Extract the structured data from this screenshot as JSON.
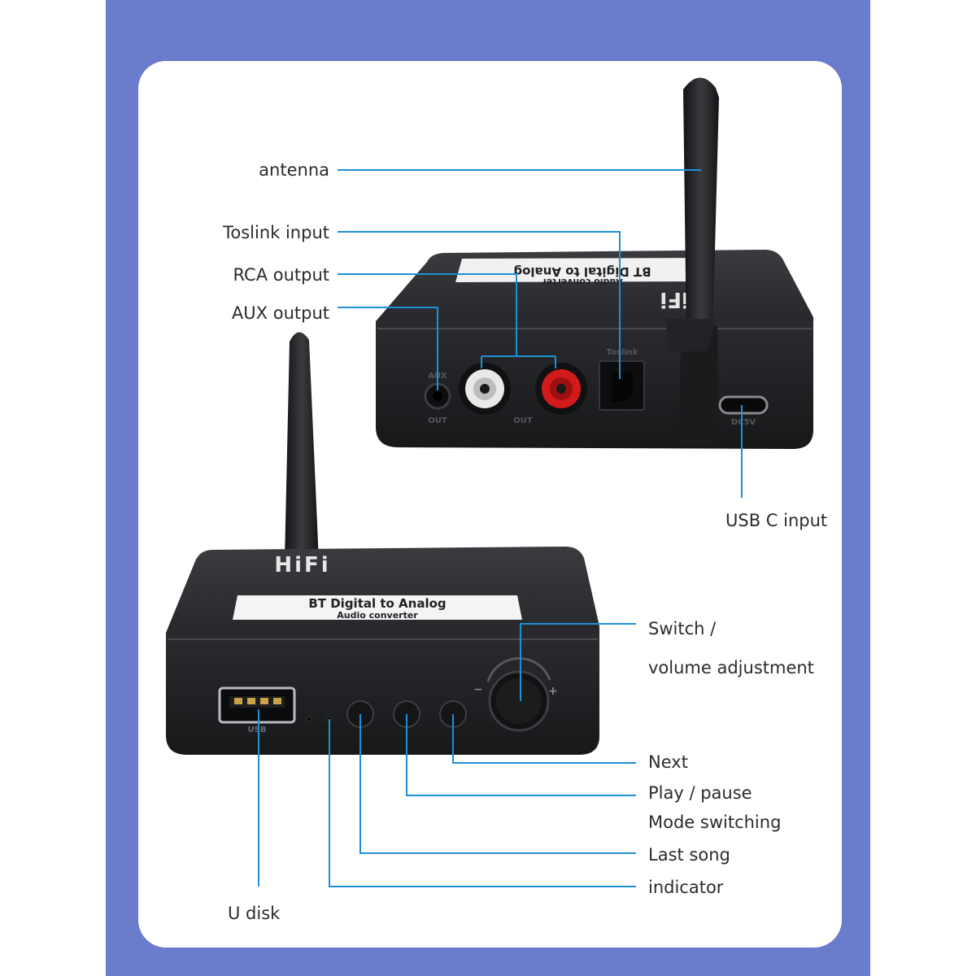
{
  "colors": {
    "frame": "#6b7ccc",
    "panel": "#ffffff",
    "leader": "#1f8fd6",
    "device": "#202124",
    "label_text": "#2b2b2b",
    "rca_red": "#d21a1a",
    "rca_white": "#e9e9e9"
  },
  "labels": {
    "antenna": "antenna",
    "toslink_input": "Toslink input",
    "rca_output": "RCA output",
    "aux_output": "AUX output",
    "usbc_input": "USB C input",
    "switch_line1": "Switch /",
    "switch_line2": "volume adjustment",
    "next": "Next",
    "play_pause": "Play / pause",
    "mode_switching": "Mode switching",
    "last_song": "Last song",
    "indicator": "indicator",
    "u_disk": "U disk"
  },
  "device_text": {
    "brand": "HiFi",
    "plate_title": "BT Digital to Analog",
    "plate_subtitle": "Audio converter",
    "usb_port_label": "USB",
    "aux_port_label": "AUX",
    "out_label": "OUT",
    "toslink_port_label": "Toslink",
    "usbc_port_label": "DC5V",
    "minus_mark": "−",
    "plus_mark": "+"
  }
}
